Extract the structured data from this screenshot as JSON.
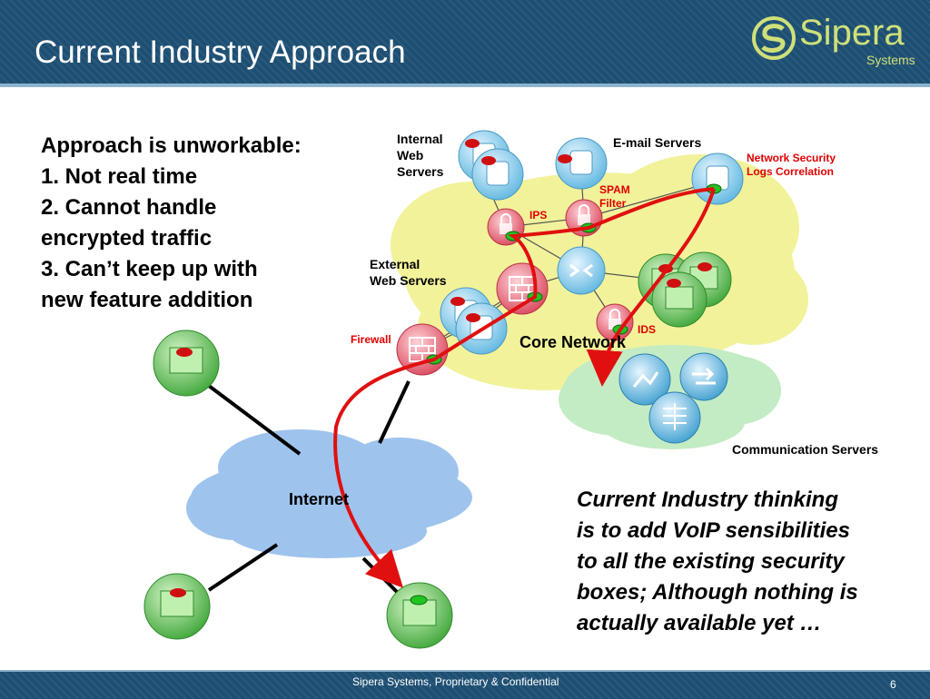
{
  "slide": {
    "title": "Current Industry Approach",
    "footer": "Sipera Systems, Proprietary & Confidential",
    "page_number": "6"
  },
  "logo": {
    "name": "Sipera",
    "sub": "Systems",
    "icon": "sipera-logo-icon"
  },
  "bullets": [
    "Approach is unworkable:",
    "1. Not real time",
    "2. Cannot handle",
    "encrypted traffic",
    "3. Can’t keep up with",
    "new feature addition"
  ],
  "diagram": {
    "labels": {
      "internal_web_servers": [
        "Internal",
        "Web",
        "Servers"
      ],
      "email_servers": "E-mail Servers",
      "network_security": [
        "Network Security",
        "Logs Correlation"
      ],
      "spam_filter": [
        "SPAM",
        "Filter"
      ],
      "ips": "IPS",
      "external_web_servers": [
        "External",
        "Web Servers"
      ],
      "ids": "IDS",
      "firewall": "Firewall",
      "core_network": "Core Network",
      "communication_servers": "Communication Servers",
      "internet": "Internet"
    },
    "colors": {
      "core_cloud": "#f2f29a",
      "comm_cloud": "#c4ecc4",
      "internet_cloud": "#9ec4ee",
      "flow": "#e01010",
      "security_box": "#e86070",
      "server": "#7fc9ec",
      "laptop": "#5fbf4f"
    }
  },
  "note": [
    "Current Industry thinking",
    "is to add VoIP sensibilities",
    "to all the existing security",
    "boxes; Although nothing is",
    "actually available yet …"
  ]
}
